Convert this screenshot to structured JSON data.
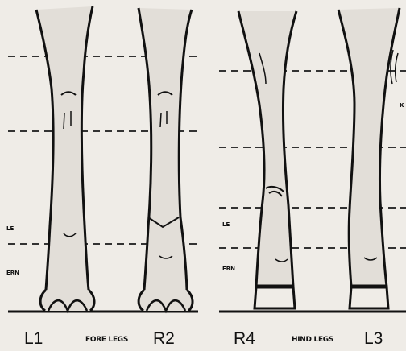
{
  "labels": {
    "left_leg_label": "L1",
    "fore_legs_caption": "FORE LEGS",
    "right_fore_label": "R2",
    "right_hind_label": "R4",
    "hind_legs_caption": "HIND LEGS",
    "left_hind_label": "L3"
  },
  "markers": {
    "fore_upper": "LE",
    "fore_lower": "ERN",
    "hind_upper": "LE",
    "hind_lower": "ERN",
    "edge_right": "K"
  },
  "colors": {
    "paper": "#efece7",
    "ink": "#111111",
    "leg_fill": "#e2ded8",
    "dash": "#333333"
  },
  "icons": [
    "fore-leg-drawing",
    "hind-leg-drawing",
    "hoof-band"
  ]
}
